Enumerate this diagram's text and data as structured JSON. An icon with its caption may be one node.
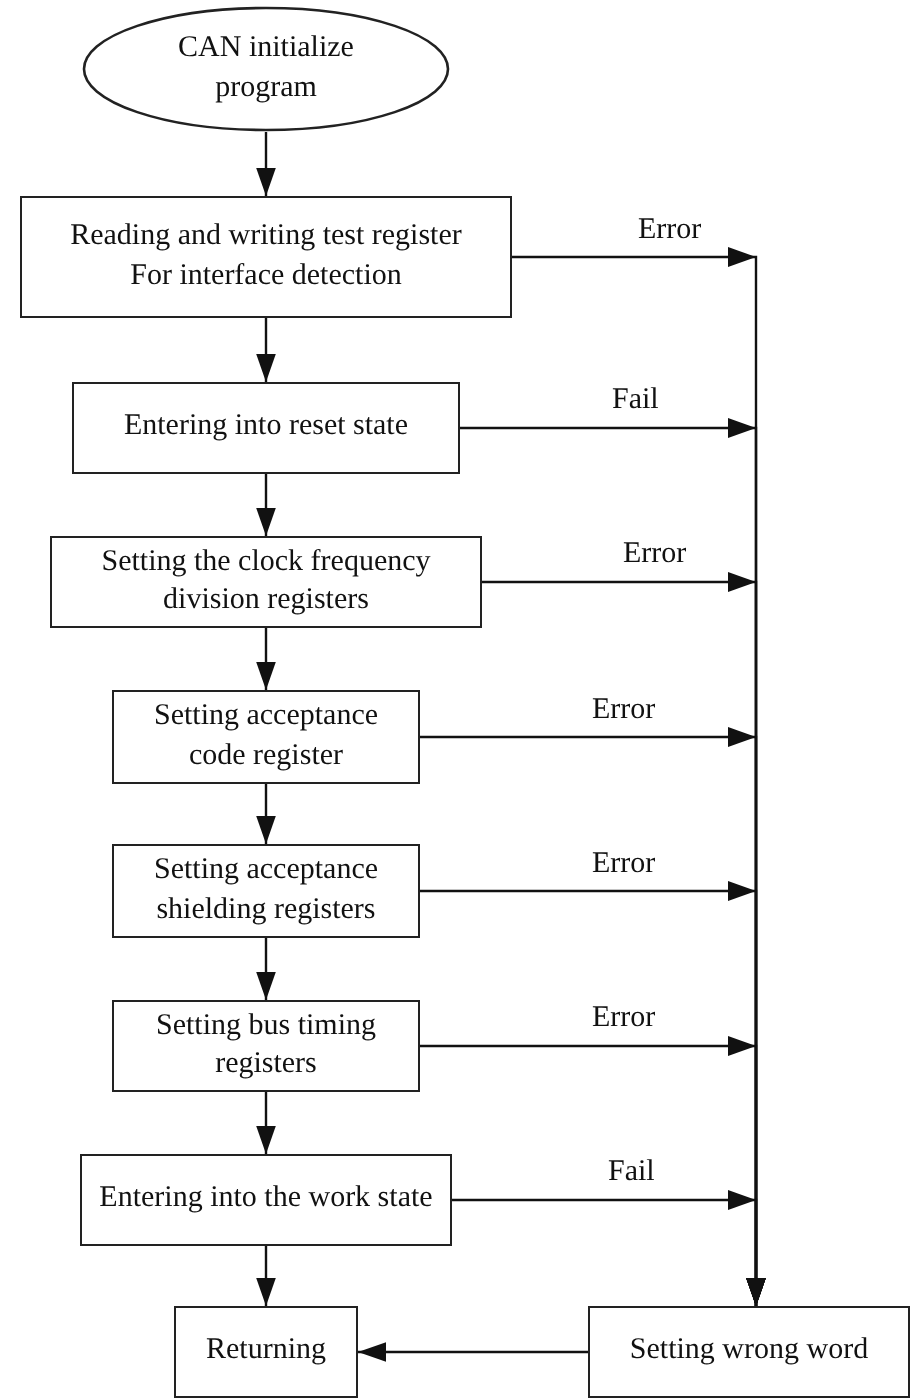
{
  "diagram": {
    "nodes": [
      {
        "text": [
          "CAN initialize program"
        ]
      },
      {
        "text": [
          "Reading and writing test register For interface detection"
        ]
      },
      {
        "text": [
          "Entering into reset state"
        ]
      },
      {
        "text": [
          "Setting the clock frequency division registers"
        ]
      },
      {
        "text": [
          "Setting acceptance code register"
        ]
      },
      {
        "text": [
          "Setting acceptance shielding registers"
        ]
      },
      {
        "text": [
          "Setting bus timing registers"
        ]
      },
      {
        "text": [
          "Entering into the work state"
        ]
      },
      {
        "text": [
          "Returning"
        ]
      },
      {
        "text": [
          "Setting wrong word"
        ]
      }
    ],
    "edges": [
      {
        "from": 0,
        "to": 1,
        "arrow": "to"
      },
      {
        "from": 1,
        "to": 2,
        "arrow": "to"
      },
      {
        "from": 2,
        "to": 3,
        "arrow": "to"
      },
      {
        "from": 3,
        "to": 4,
        "arrow": "to"
      },
      {
        "from": 4,
        "to": 5,
        "arrow": "to"
      },
      {
        "from": 5,
        "to": 6,
        "arrow": "to"
      },
      {
        "from": 6,
        "to": 7,
        "arrow": "to"
      },
      {
        "from": 7,
        "to": 8,
        "arrow": "to"
      },
      {
        "from": 1,
        "to": 9,
        "arrow": "to",
        "label": "Error"
      },
      {
        "from": 2,
        "to": 9,
        "arrow": "to",
        "label": "Fail"
      },
      {
        "from": 3,
        "to": 9,
        "arrow": "to",
        "label": "Error"
      },
      {
        "from": 4,
        "to": 9,
        "arrow": "to",
        "label": "Error"
      },
      {
        "from": 5,
        "to": 9,
        "arrow": "to",
        "label": "Error"
      },
      {
        "from": 6,
        "to": 9,
        "arrow": "to",
        "label": "Error"
      },
      {
        "from": 7,
        "to": 9,
        "arrow": "to",
        "label": "Fail"
      },
      {
        "from": 9,
        "to": 8,
        "arrow": "to"
      }
    ]
  }
}
